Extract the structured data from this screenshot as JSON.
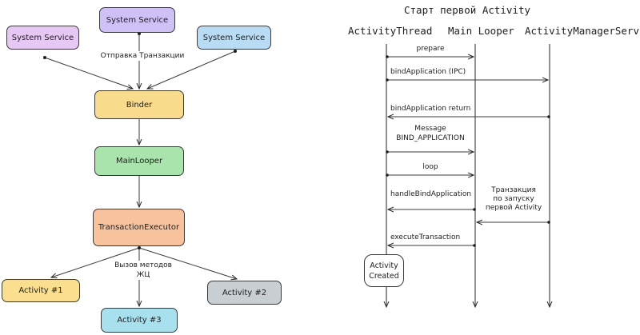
{
  "left_diagram": {
    "nodes": {
      "service_left": "System Service",
      "service_top": "System Service",
      "service_right": "System Service",
      "binder": "Binder",
      "main_looper": "MainLooper",
      "transaction_executor": "TransactionExecutor",
      "activity_1": "Activity #1",
      "activity_2": "Activity #2",
      "activity_3": "Activity #3"
    },
    "edge_labels": {
      "send_transaction": "Отправка Транзакции",
      "call_methods_line1": "Вызов методов",
      "call_methods_line2": "ЖЦ"
    },
    "colors": {
      "service_left": "#e7c7f3",
      "service_top": "#cfc0f5",
      "service_right": "#b9dcf5",
      "binder": "#f8dc8c",
      "main_looper": "#a9e4ac",
      "transaction_executor": "#f7c29c",
      "activity_1": "#f9df8e",
      "activity_2": "#c9ced2",
      "activity_3": "#a8e1ee"
    }
  },
  "sequence": {
    "title": "Старт первой Activity",
    "participants": [
      "ActivityThread",
      "Main Looper",
      "ActivityManagerService"
    ],
    "messages": [
      "prepare",
      "bindApplication (IPC)",
      "bindApplication return",
      "Message",
      "BIND_APPLICATION",
      "loop",
      "handleBindApplication",
      "executeTransaction"
    ],
    "note_lines": [
      "Транзакция",
      "по запуску",
      "первой Activity"
    ],
    "state_box_lines": [
      "Activity",
      "Created"
    ]
  }
}
